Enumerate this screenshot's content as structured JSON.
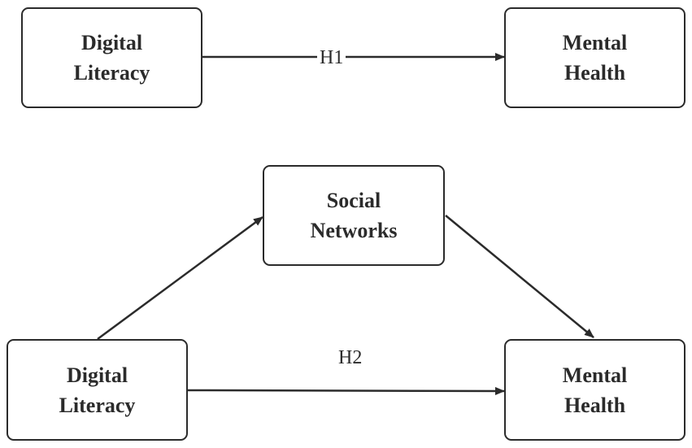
{
  "diagram1": {
    "source": "Digital\nLiteracy",
    "target": "Mental\nHealth",
    "edge_label": "H1"
  },
  "diagram2": {
    "source": "Digital\nLiteracy",
    "mediator": "Social\nNetworks",
    "target": "Mental\nHealth",
    "edge_label": "H2"
  },
  "colors": {
    "stroke": "#2b2b2b",
    "background": "#ffffff"
  }
}
